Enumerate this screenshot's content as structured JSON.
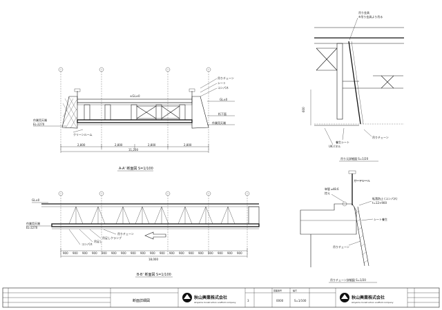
{
  "drawing": {
    "view_section_aa": {
      "caption": "A-A' 断面図 S=1/100",
      "labels": {
        "chain": "吊りチェーン",
        "sheet": "シート",
        "panel": "コンパネ",
        "water_level": "作業用天端",
        "water_level_value": "EL-2270",
        "clean_room": "クリーンルーム",
        "under_level": "桁下面",
        "work_level": "作業用天端",
        "gl": "GL±0",
        "cl": "±GL±0"
      },
      "dims": [
        "2,800",
        "2,800",
        "2,800",
        "2,800"
      ],
      "total": "11,200"
    },
    "view_section_bb": {
      "caption": "B-B' 断面図 S=1/100",
      "labels": {
        "gl": "GL±0",
        "water_level": "作業用天端",
        "water_level_value": "EL-2270",
        "chain": "吊りチェーン",
        "clamp": "吊足しクランプ",
        "hanging": "吊足し",
        "panel": "コンパネ"
      },
      "dims": [
        "900",
        "900",
        "900",
        "900",
        "900",
        "900",
        "900",
        "900",
        "900",
        "900",
        "900",
        "900",
        "900",
        "900",
        "900",
        "900",
        "900",
        "900",
        "900"
      ],
      "total": "18,000"
    },
    "view_detail_top": {
      "caption": "吊り元詳細図 S=1/20",
      "labels": {
        "attach_top": "吊り金具",
        "attach_bottom": "※吊り金具より吊る",
        "chain": "吊りチェーン",
        "sheet": "養生シート",
        "panel": "UKパネル",
        "dim": "600"
      }
    },
    "view_detail_bottom": {
      "caption": "吊りチェーン詳細図 S=1/20",
      "labels": {
        "guard": "ガードレール",
        "bolt_top": "単管 ⌀48.6",
        "bolt_bottom": "控え",
        "plywood": "転落防止 (コンパネ)",
        "plywood_dims": "t=12×900",
        "sheet": "シート養生",
        "chain": "吊りチェーン"
      }
    }
  },
  "title_block": {
    "drawing_title": "断面詳細図",
    "company": "秋山興業株式会社",
    "company_en": "Akiyama Construction scaffold company",
    "scale_label": "縮尺",
    "scale": "S=1/100",
    "sheet_no_label": "図面番号",
    "sheet_no": "3",
    "num_right": "0000"
  }
}
